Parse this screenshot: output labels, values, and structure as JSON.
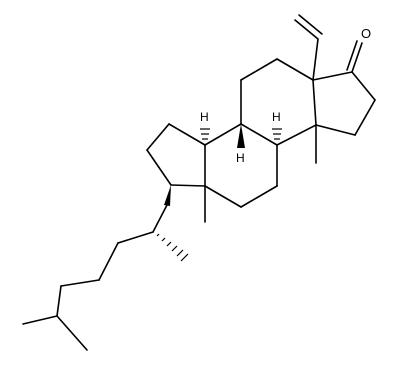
{
  "diagram": {
    "type": "skeletal-structure",
    "colors": {
      "bond": "#000000",
      "background": "#ffffff"
    },
    "atoms": {
      "oxygen": {
        "symbol": "O"
      },
      "h_upper_left": {
        "symbol": "H"
      },
      "h_upper_right": {
        "symbol": "H"
      },
      "h_center": {
        "symbol": "H"
      }
    }
  }
}
